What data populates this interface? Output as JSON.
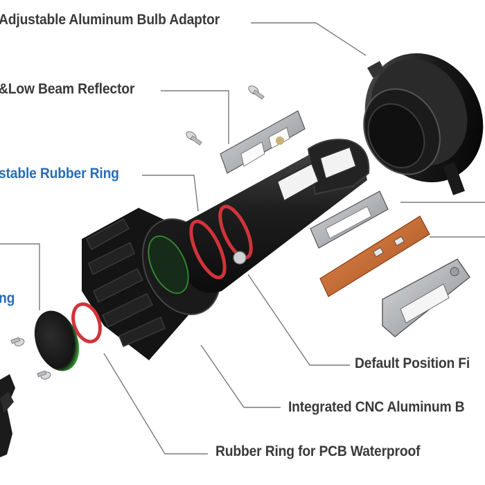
{
  "colors": {
    "label_dark": "#3a3a3a",
    "label_blue": "#2a6db5",
    "leader_line": "#7a7a7a",
    "housing": "#1c1c1c",
    "rubber_ring": "#d0343a",
    "pcb_board": "#c8652f",
    "heat_disc": "#3aa136",
    "gasket": "#b9c0c8",
    "metal_part": "#a7aaaf"
  },
  "labels": {
    "bulb_adaptor": "Adjustable Aluminum Bulb Adaptor",
    "beam_reflector": "&Low Beam Reflector",
    "rubber_ring_adjustable": "stable Rubber Ring",
    "partial_blue": "ng",
    "default_position": "Default Position Fi",
    "integrated_cnc": "Integrated CNC Aluminum B",
    "pcb_waterproof": "Rubber Ring for PCB Waterproof"
  },
  "icons": [
    "bulb-adaptor-icon",
    "beam-reflector-plate-icon",
    "screw-icon",
    "led-housing-icon",
    "rubber-ring-icon",
    "pcb-board-icon",
    "gasket-icon",
    "heat-sink-disc-icon",
    "fan-icon",
    "position-clip-icon"
  ]
}
